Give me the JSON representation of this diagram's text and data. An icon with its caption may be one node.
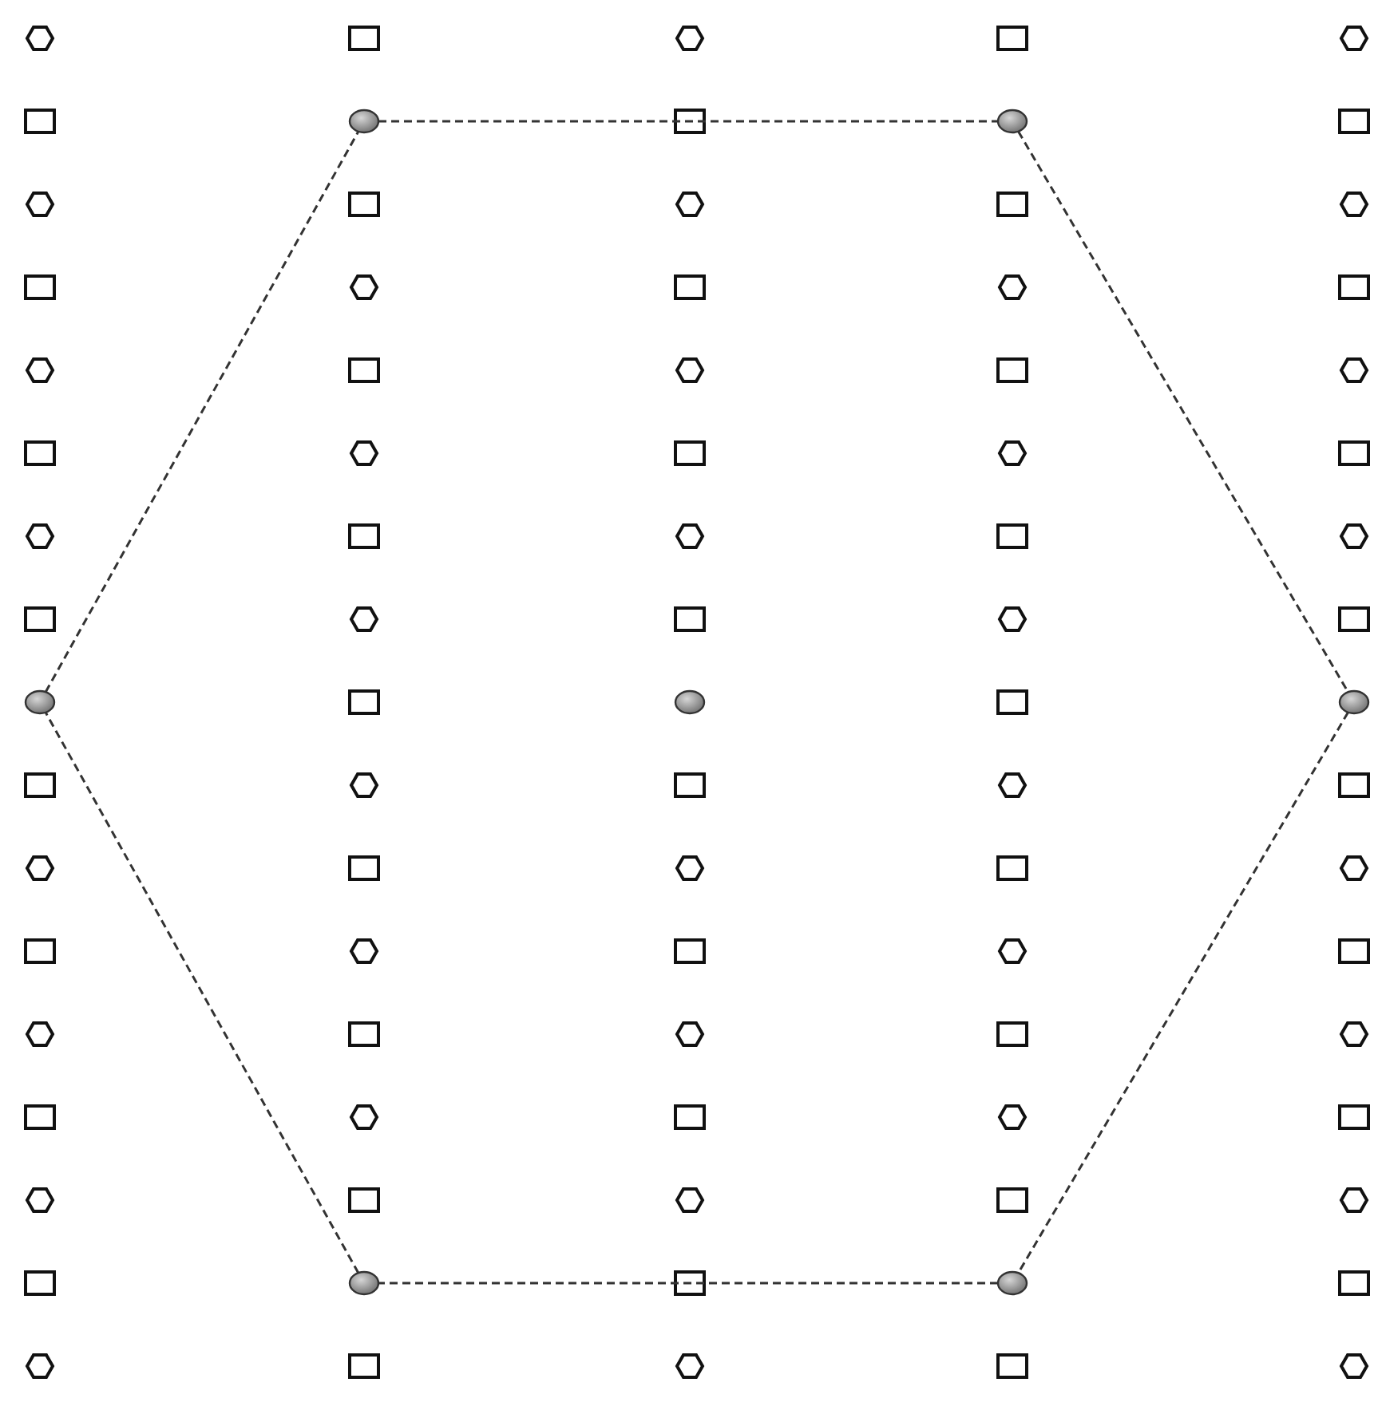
{
  "diagram": {
    "nodes": [
      {
        "text": [],
        "shape": "circle"
      },
      {
        "text": [],
        "shape": "circle"
      },
      {
        "text": [],
        "shape": "circle"
      },
      {
        "text": [],
        "shape": "circle"
      },
      {
        "text": [],
        "shape": "circle"
      },
      {
        "text": [],
        "shape": "circle"
      },
      {
        "text": [],
        "shape": "circle"
      }
    ],
    "edges": [
      {
        "from": 0,
        "to": 1,
        "arrow": "none",
        "style": "dashed"
      },
      {
        "from": 1,
        "to": 4,
        "arrow": "none",
        "style": "dashed"
      },
      {
        "from": 4,
        "to": 6,
        "arrow": "none",
        "style": "dashed"
      },
      {
        "from": 6,
        "to": 5,
        "arrow": "none",
        "style": "dashed"
      },
      {
        "from": 5,
        "to": 2,
        "arrow": "none",
        "style": "dashed"
      },
      {
        "from": 2,
        "to": 0,
        "arrow": "none",
        "style": "dashed"
      }
    ]
  }
}
